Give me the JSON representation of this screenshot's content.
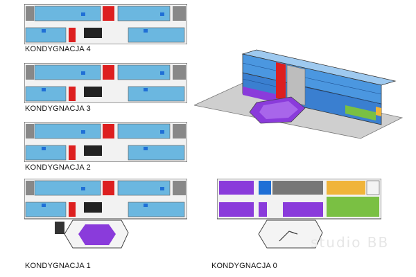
{
  "floors": [
    {
      "id": "4",
      "label": "KONDYGNACJA 4"
    },
    {
      "id": "3",
      "label": "KONDYGNACJA 3"
    },
    {
      "id": "2",
      "label": "KONDYGNACJA 2"
    },
    {
      "id": "1",
      "label": "KONDYGNACJA 1"
    },
    {
      "id": "0",
      "label": "KONDYGNACJA 0"
    }
  ],
  "watermark": "studio BB",
  "colors": {
    "room": "#6bb7e0",
    "corridor": "#e6e6e6",
    "outline": "#444444",
    "red": "#dd1f1f",
    "blue": "#1f6fd6",
    "purple": "#8a3bdb",
    "orange": "#f0b43a",
    "green": "#7ac043",
    "gray": "#777777",
    "site": "#cfcfcf"
  }
}
